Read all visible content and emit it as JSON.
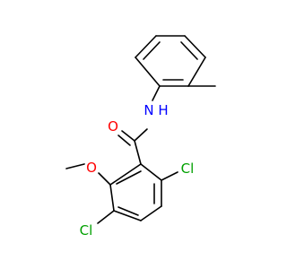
{
  "molecule": {
    "atoms": {
      "oxygen_carbonyl": "O",
      "nitrogen_amide": "N",
      "hydrogen_amide": "H",
      "oxygen_methoxy": "O",
      "chlorine_6": "Cl",
      "chlorine_3": "Cl"
    },
    "colors": {
      "bond": "#000000",
      "oxygen": "#ff0000",
      "nitrogen": "#0000ff",
      "chlorine": "#00a000"
    }
  }
}
